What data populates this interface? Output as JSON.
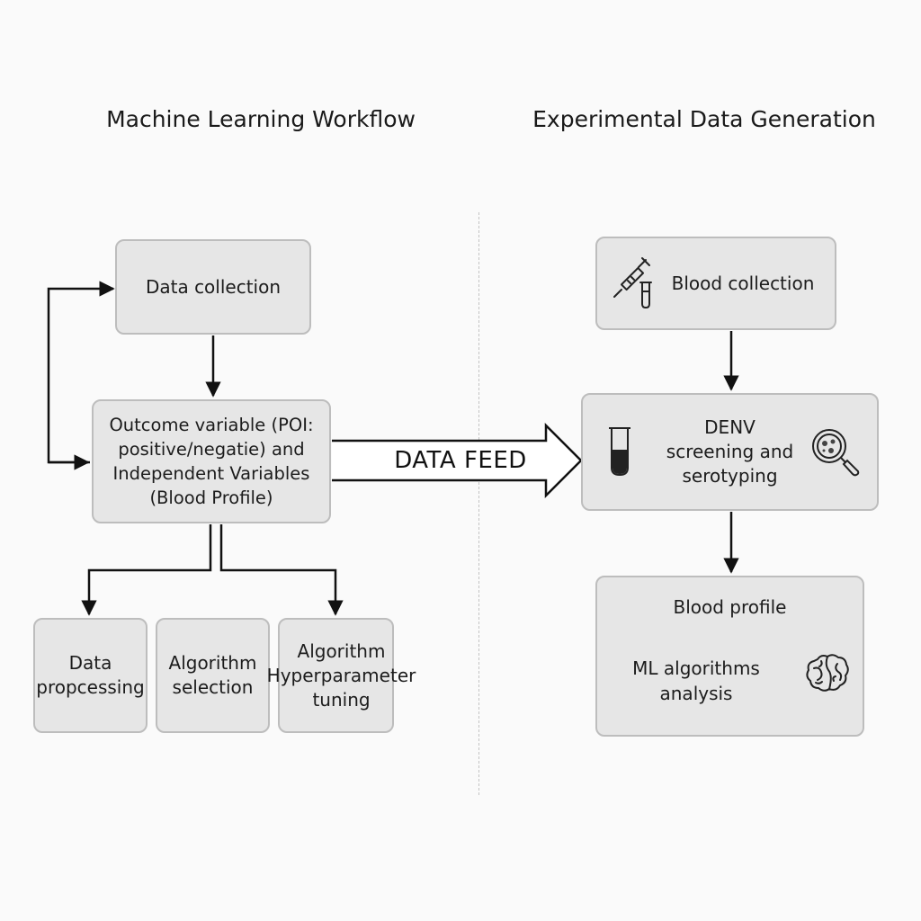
{
  "titles": {
    "left": "Machine Learning Workflow",
    "right": "Experimental Data Generation"
  },
  "left_flow": {
    "data_collection": "Data collection",
    "outcome": "Outcome variable (POI:\npositive/negatie) and\nIndependent Variables\n(Blood Profile)",
    "data_processing": "Data\npropcessing",
    "algorithm_selection": "Algorithm\nselection",
    "hyperparameter_tuning": "Algorithm\nHyperparameter\ntuning"
  },
  "connector": {
    "label": "DATA FEED"
  },
  "right_flow": {
    "blood_collection": "Blood collection",
    "denv": "DENV\nscreening and\nserotyping",
    "blood_profile": "Blood profile",
    "ml_analysis": "ML algorithms\nanalysis"
  },
  "icons": {
    "blood_collection": "syringe-and-vial-icon",
    "denv_left": "test-tube-icon",
    "denv_right": "magnifier-petri-dish-icon",
    "ml_analysis": "brain-icon"
  },
  "colors": {
    "box_fill": "#e6e6e6",
    "box_border": "#bdbdbd",
    "arrow": "#111111"
  }
}
